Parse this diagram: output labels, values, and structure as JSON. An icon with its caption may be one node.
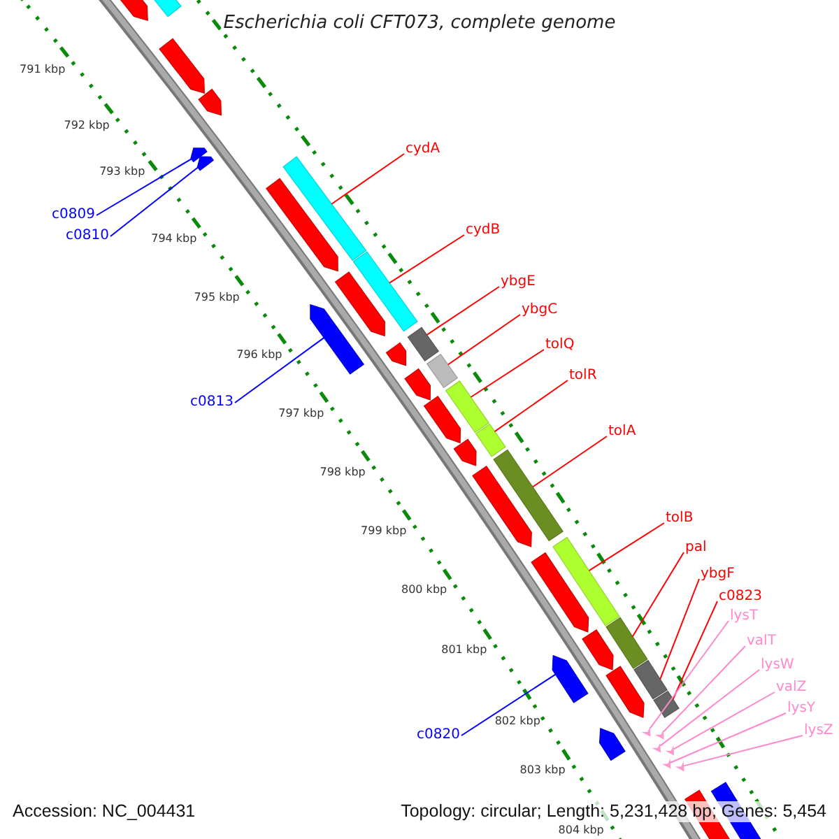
{
  "diagram": {
    "title": "Escherichia coli CFT073, complete genome",
    "nodes": [
      {
        "text": [
          "cydA"
        ]
      },
      {
        "text": [
          "c0809"
        ]
      },
      {
        "text": [
          "cydB"
        ]
      },
      {
        "text": [
          "c0810"
        ]
      },
      {
        "text": [
          "ybgE"
        ]
      },
      {
        "text": [
          "ybgC"
        ]
      },
      {
        "text": [
          "tolQ"
        ]
      },
      {
        "text": [
          "tolR"
        ]
      },
      {
        "text": [
          "c0813"
        ]
      },
      {
        "text": [
          "tolA"
        ]
      },
      {
        "text": [
          "tolB"
        ]
      },
      {
        "text": [
          "pal"
        ]
      },
      {
        "text": [
          "ybgF"
        ]
      },
      {
        "text": [
          "c0823"
        ]
      },
      {
        "text": [
          "lysT"
        ]
      },
      {
        "text": [
          "valT"
        ]
      },
      {
        "text": [
          "lysW"
        ]
      },
      {
        "text": [
          "valZ"
        ]
      },
      {
        "text": [
          "lysY"
        ]
      },
      {
        "text": [
          "lysZ"
        ]
      },
      {
        "text": [
          "c0820"
        ]
      },
      {
        "text": [],
        "shape": "arrow"
      },
      {
        "text": [],
        "shape": "arrow"
      },
      {
        "text": [],
        "shape": "bar"
      },
      {
        "text": [],
        "shape": "bar"
      },
      {
        "text": [],
        "shape": "arrow"
      },
      {
        "text": [],
        "shape": "bar"
      },
      {
        "text": [],
        "shape": "bar"
      },
      {
        "text": [],
        "shape": "bar"
      },
      {
        "text": [],
        "shape": "bar"
      },
      {
        "text": [],
        "shape": "bar"
      },
      {
        "text": [],
        "shape": "bar"
      },
      {
        "text": [],
        "shape": "arrow"
      },
      {
        "text": [],
        "shape": "bar"
      },
      {
        "text": [],
        "shape": "bar"
      },
      {
        "text": [],
        "shape": "bar"
      },
      {
        "text": [],
        "shape": "arrow"
      },
      {
        "text": [],
        "shape": "arrow"
      },
      {
        "text": [],
        "shape": "arrow"
      },
      {
        "text": [],
        "shape": "arrow"
      },
      {
        "text": [],
        "shape": "arrow"
      },
      {
        "text": [],
        "shape": "arrow"
      }
    ],
    "edges": [
      {
        "from": 0,
        "to": 23,
        "arrow": "none"
      },
      {
        "from": 1,
        "to": 21,
        "arrow": "none",
        "color": "#0000ff"
      },
      {
        "from": 2,
        "to": 24,
        "arrow": "none"
      },
      {
        "from": 3,
        "to": 22,
        "arrow": "none",
        "color": "#0000ff"
      },
      {
        "from": 4,
        "to": 26,
        "arrow": "none"
      },
      {
        "from": 5,
        "to": 27,
        "arrow": "none"
      },
      {
        "from": 6,
        "to": 28,
        "arrow": "none"
      },
      {
        "from": 7,
        "to": 29,
        "arrow": "none"
      },
      {
        "from": 8,
        "to": 25,
        "arrow": "none",
        "color": "#0000ff"
      },
      {
        "from": 9,
        "to": 30,
        "arrow": "none"
      },
      {
        "from": 10,
        "to": 31,
        "arrow": "none"
      },
      {
        "from": 11,
        "to": 33,
        "arrow": "none"
      },
      {
        "from": 12,
        "to": 34,
        "arrow": "none"
      },
      {
        "from": 13,
        "to": 35,
        "arrow": "none"
      },
      {
        "from": 14,
        "to": 36,
        "arrow": "none",
        "color": "#ff88cc"
      },
      {
        "from": 15,
        "to": 37,
        "arrow": "none",
        "color": "#ff88cc"
      },
      {
        "from": 16,
        "to": 38,
        "arrow": "none",
        "color": "#ff88cc"
      },
      {
        "from": 17,
        "to": 39,
        "arrow": "none",
        "color": "#ff88cc"
      },
      {
        "from": 18,
        "to": 40,
        "arrow": "none",
        "color": "#ff88cc"
      },
      {
        "from": 19,
        "to": 41,
        "arrow": "none",
        "color": "#ff88cc"
      },
      {
        "from": 20,
        "to": 32,
        "arrow": "none",
        "color": "#0000ff"
      }
    ],
    "labels": [
      "791 kbp",
      "792 kbp",
      "793 kbp",
      "794 kbp",
      "795 kbp",
      "796 kbp",
      "797 kbp",
      "798 kbp",
      "799 kbp",
      "800 kbp",
      "801 kbp",
      "802 kbp",
      "803 kbp",
      "804 kbp",
      "Accession: NC_004431",
      "Topology: circular; Length: 5,231,428 bp; Genes: 5,454"
    ]
  }
}
